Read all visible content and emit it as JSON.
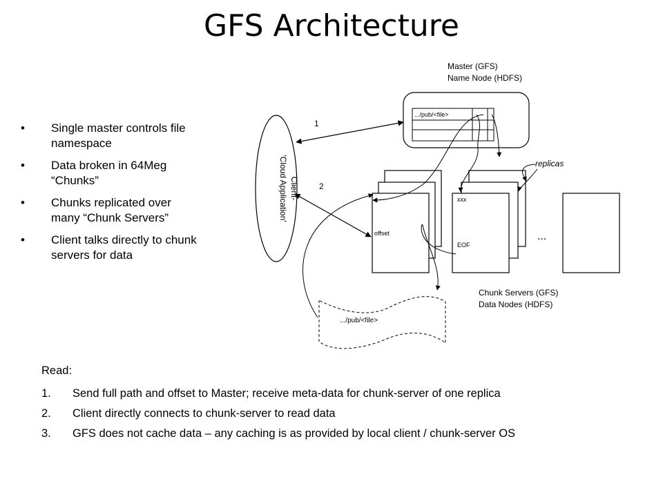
{
  "slide": {
    "title": "GFS Architecture",
    "bullets": [
      "Single master controls file namespace",
      "Data broken in 64Meg “Chunks”",
      "Chunks replicated over many “Chunk Servers”",
      "Client talks directly to chunk servers for data"
    ]
  },
  "diagram": {
    "master_label_1": "Master (GFS)",
    "master_label_2": "Name Node (HDFS)",
    "master_table_path": ".../pub/<file>",
    "client_label_1": "Client-",
    "client_label_2": "'Cloud Application'",
    "arrow_1_label": "1",
    "arrow_2_label": "2",
    "replicas_label": "replicas",
    "offset_label": "offset",
    "xxx_label": "xxx",
    "eof_label": "EOF",
    "ellipsis": "...",
    "chunk_servers_label_1": "Chunk Servers (GFS)",
    "chunk_servers_label_2": "Data Nodes (HDFS)",
    "file_path_label": ".../pub/<file>"
  },
  "read": {
    "heading": "Read:",
    "steps": [
      {
        "num": "1.",
        "text": "Send full path and offset to Master; receive meta-data for chunk-server of one replica"
      },
      {
        "num": "2.",
        "text": "Client directly connects to chunk-server to read data"
      },
      {
        "num": "3.",
        "text": "GFS does not cache data – any caching is as provided by local client / chunk-server OS"
      }
    ]
  }
}
